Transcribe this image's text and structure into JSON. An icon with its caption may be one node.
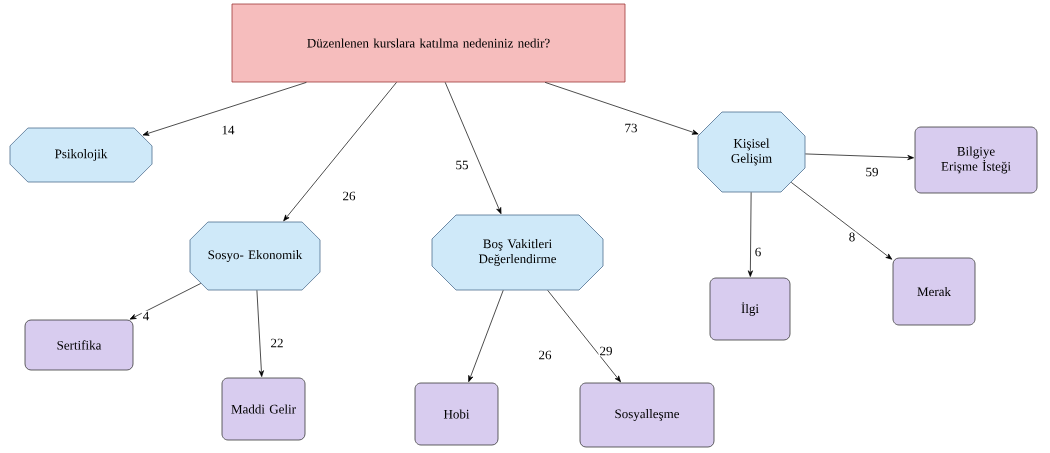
{
  "diagram": {
    "nodes": [
      {
        "text": [
          "Düzenlenen kurslara katılma nedeniniz nedir?"
        ]
      },
      {
        "text": [
          "Psikolojik"
        ]
      },
      {
        "text": [
          "Sosyo- Ekonomik"
        ]
      },
      {
        "text": [
          "Boş Vakitleri Değerlendirme"
        ]
      },
      {
        "text": [
          "Kişisel Gelişim"
        ]
      },
      {
        "text": [
          "Bilgiye Erişme İsteği"
        ]
      },
      {
        "text": [
          "İlgi"
        ]
      },
      {
        "text": [
          "Merak"
        ]
      },
      {
        "text": [
          "Sertifika"
        ]
      },
      {
        "text": [
          "Maddi Gelir"
        ]
      },
      {
        "text": [
          "Hobi"
        ]
      },
      {
        "text": [
          "Sosyalleşme"
        ]
      }
    ],
    "edges": [
      {
        "from": 0,
        "to": 1,
        "arrow": "to",
        "label": "14"
      },
      {
        "from": 0,
        "to": 2,
        "arrow": "to",
        "label": "26"
      },
      {
        "from": 0,
        "to": 3,
        "arrow": "to",
        "label": "55"
      },
      {
        "from": 0,
        "to": 4,
        "arrow": "to",
        "label": "73"
      },
      {
        "from": 4,
        "to": 5,
        "arrow": "to",
        "label": "59"
      },
      {
        "from": 4,
        "to": 6,
        "arrow": "to",
        "label": "6"
      },
      {
        "from": 4,
        "to": 7,
        "arrow": "to",
        "label": "8"
      },
      {
        "from": 2,
        "to": 8,
        "arrow": "to",
        "label": "4"
      },
      {
        "from": 2,
        "to": 9,
        "arrow": "to",
        "label": "22"
      },
      {
        "from": 3,
        "to": 10,
        "arrow": "to",
        "label": "26"
      },
      {
        "from": 3,
        "to": 11,
        "arrow": "to",
        "label": "29"
      }
    ]
  }
}
